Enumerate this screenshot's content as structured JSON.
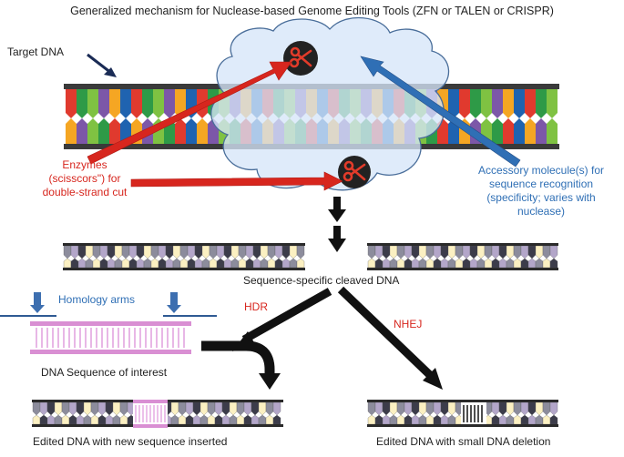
{
  "title": "Generalized mechanism for Nuclease-based Genome Editing Tools (ZFN or TALEN or CRISPR)",
  "labels": {
    "target_dna": "Target DNA",
    "enzymes_line1": "Enzymes",
    "enzymes_line2": "(scisscors\") for",
    "enzymes_line3": "double-strand cut",
    "accessory_line1": "Accessory molecule(s) for",
    "accessory_line2": "sequence recognition",
    "accessory_line3": "(specificity; varies with",
    "accessory_line4": "nuclease)",
    "cleaved": "Sequence-specific cleaved DNA",
    "homology_arms": "Homology arms",
    "hdr": "HDR",
    "nhej": "NHEJ",
    "seq_interest": "DNA Sequence of interest",
    "edited_inserted": "Edited DNA with new sequence inserted",
    "edited_deletion": "Edited DNA with small DNA deletion"
  },
  "colors": {
    "red": "#d7261e",
    "blue": "#2f6fb5",
    "pink": "#e3a5e0",
    "strand": "#3a3a3a",
    "base_palette": [
      "#2e9a47",
      "#e03a2e",
      "#1f63b0",
      "#f5a623",
      "#7c57a8",
      "#7fc242"
    ],
    "small_palette": [
      "#b3a6c9",
      "#8c8c9c",
      "#fbf0c2",
      "#3c3c4a"
    ]
  },
  "icons": {
    "scissors": "scissors-icon",
    "arrow": "arrow-icon"
  }
}
